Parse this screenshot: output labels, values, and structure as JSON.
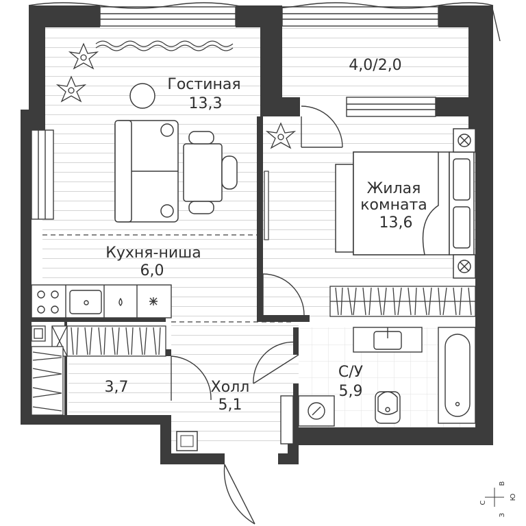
{
  "rooms": {
    "balcony": {
      "area": "4,0/2,0"
    },
    "living": {
      "name": "Гостиная",
      "area": "13,3"
    },
    "bedroom": {
      "name_line1": "Жилая",
      "name_line2": "комната",
      "area": "13,6"
    },
    "kitchen": {
      "name": "Кухня-ниша",
      "area": "6,0"
    },
    "storage": {
      "area": "3,7"
    },
    "hall": {
      "name": "Холл",
      "area": "5,1"
    },
    "bathroom": {
      "name": "С/У",
      "area": "5,9"
    }
  },
  "compass": {
    "north": "С",
    "south": "Ю",
    "east": "В",
    "west": "З"
  },
  "colors": {
    "wall": "#3c3c3c",
    "floor_line": "#d2d2d2",
    "tile_line": "#e0e0e0",
    "furniture": "#3a3a3a"
  }
}
